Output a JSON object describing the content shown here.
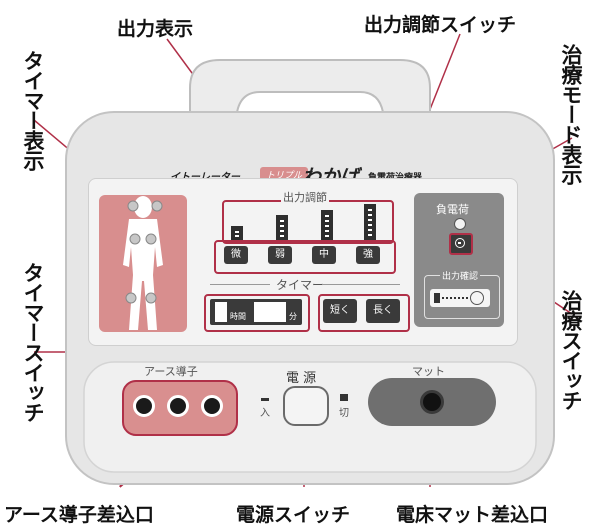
{
  "callouts": {
    "output_display": "出力表示",
    "output_switch": "出力調節スイッチ",
    "timer_display": "タイマー表示",
    "timer_switch": "タイマースイッチ",
    "mode_display": "治療モード表示",
    "treatment_switch": "治療スイッチ",
    "earth_inlet": "アース導子差込口",
    "power_switch": "電源スイッチ",
    "mat_inlet": "電床マット差込口"
  },
  "device": {
    "brand_left": "イトーレーター",
    "brand_badge": "トリプル",
    "brand_name": "わかば",
    "brand_right": "負電荷治療器",
    "output_group_label": "出力調節",
    "output_levels": [
      "微",
      "弱",
      "中",
      "強"
    ],
    "timer_group_label": "タイマー",
    "timer_hours_unit": "時間",
    "timer_minutes_unit": "分",
    "timer_short_label": "短く",
    "timer_long_label": "長く",
    "mode_label": "負電荷",
    "output_confirm_label": "出力確認",
    "earth_label": "アース導子",
    "power_label": "電 源",
    "power_on": "入",
    "power_off": "切",
    "mat_label": "マット"
  },
  "colors": {
    "accent": "#b03048",
    "body_pink": "#d88e8e",
    "dark": "#3a3a3a"
  }
}
